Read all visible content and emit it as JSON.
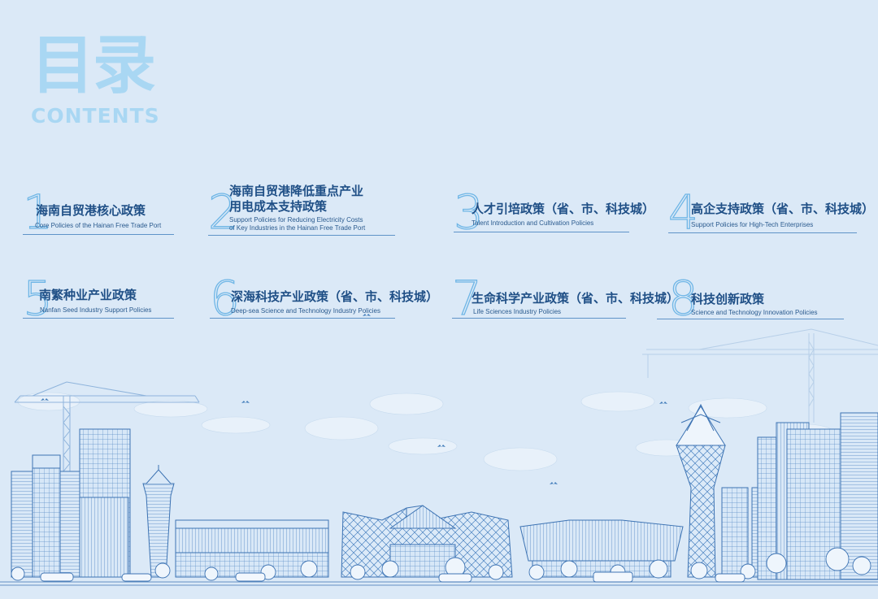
{
  "heading": {
    "cn": "目录",
    "en": "CONTENTS"
  },
  "items": [
    {
      "num": "1",
      "cn": "海南自贸港核心政策",
      "en": [
        "Core Policies of the Hainan Free Trade Port"
      ]
    },
    {
      "num": "2",
      "cn": "海南自贸港降低重点产业\n用电成本支持政策",
      "en": [
        "Support Policies for Reducing Electricity Costs",
        "of Key Industries in the Hainan Free Trade Port"
      ]
    },
    {
      "num": "3",
      "cn": "人才引培政策（省、市、科技城）",
      "en": [
        "Talent Introduction and Cultivation Policies"
      ]
    },
    {
      "num": "4",
      "cn": "高企支持政策（省、市、科技城）",
      "en": [
        "Support Policies for High-Tech Enterprises"
      ]
    },
    {
      "num": "5",
      "cn": "南繁种业产业政策",
      "en": [
        "Nanfan Seed Industry Support Policies"
      ]
    },
    {
      "num": "6",
      "cn": "深海科技产业政策（省、市、科技城）",
      "en": [
        "Deep-sea Science and Technology Industry Policies"
      ]
    },
    {
      "num": "7",
      "cn": "生命科学产业政策（省、市、科技城）",
      "en": [
        "Life Sciences Industry Policies"
      ]
    },
    {
      "num": "8",
      "cn": "科技创新政策",
      "en": [
        "Science and Technology Innovation Policies"
      ]
    }
  ],
  "colors": {
    "background": "#dbe9f7",
    "heading": "#a9d7f3",
    "item_title": "#1f4f86",
    "number_outline": "#6fb6e6",
    "skyline_stroke": "#3d73b3"
  }
}
